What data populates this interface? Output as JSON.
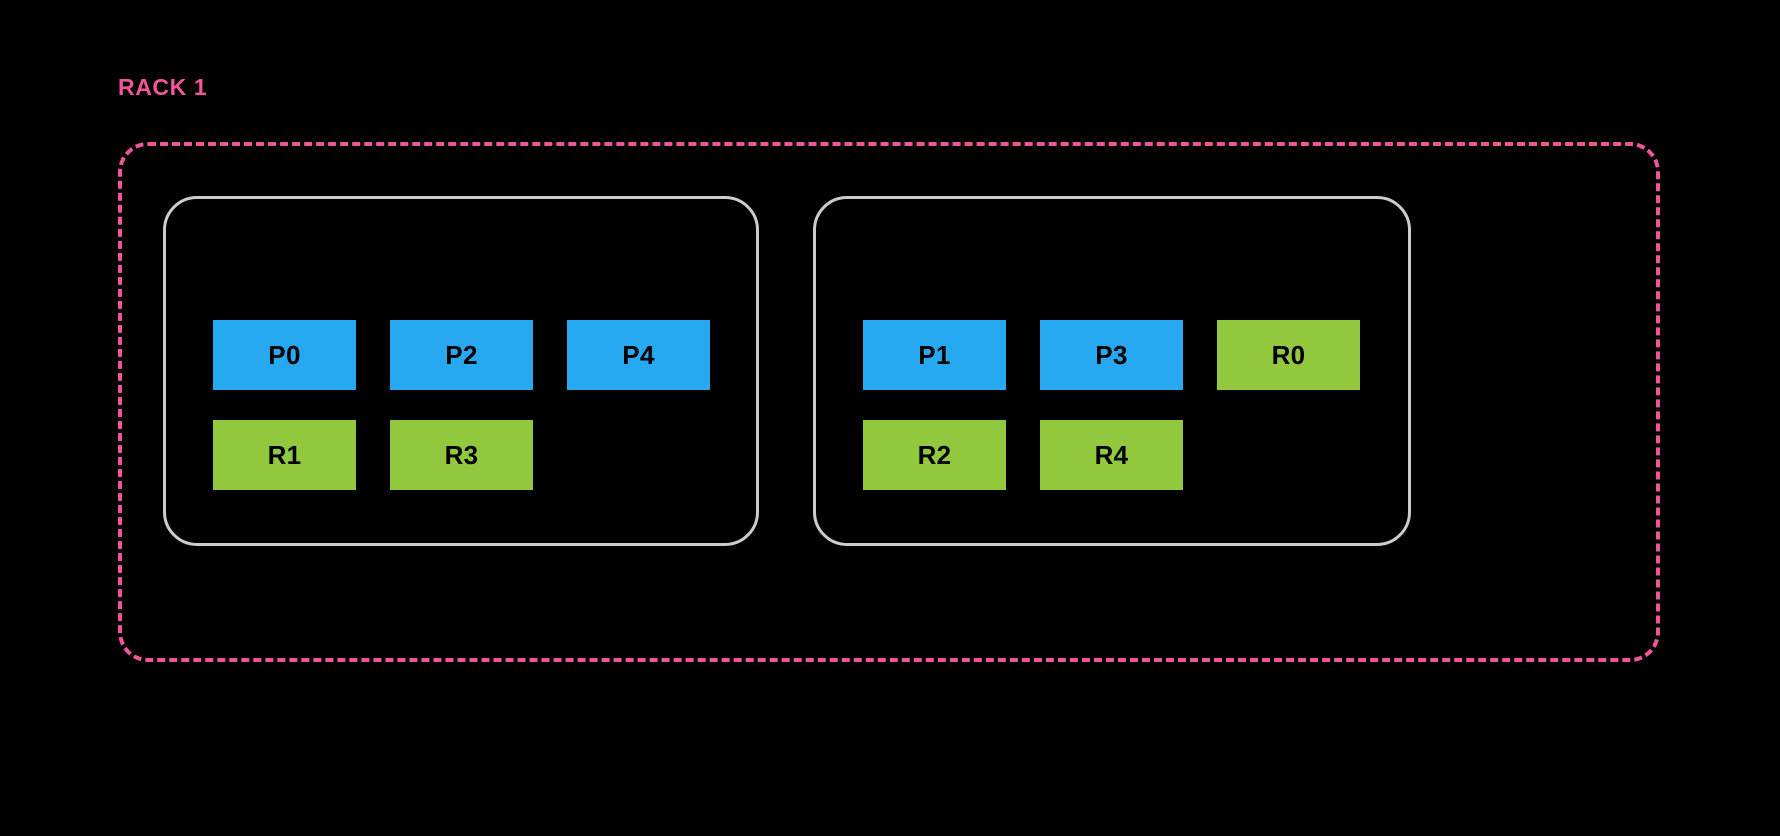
{
  "diagram": {
    "title": "RACK 1",
    "accent_color": "#f0559a",
    "panel_border_color": "#cccccc",
    "background_color": "#000000",
    "primary_color": "#26a9f0",
    "replica_color": "#92c83e"
  },
  "rack": {
    "label": "RACK 1",
    "nodes": [
      {
        "name": "node-left",
        "rows": [
          [
            {
              "label": "P0",
              "kind": "primary"
            },
            {
              "label": "P2",
              "kind": "primary"
            },
            {
              "label": "P4",
              "kind": "primary"
            }
          ],
          [
            {
              "label": "R1",
              "kind": "replica"
            },
            {
              "label": "R3",
              "kind": "replica"
            }
          ]
        ]
      },
      {
        "name": "node-right",
        "rows": [
          [
            {
              "label": "P1",
              "kind": "primary"
            },
            {
              "label": "P3",
              "kind": "primary"
            },
            {
              "label": "R0",
              "kind": "replica"
            }
          ],
          [
            {
              "label": "R2",
              "kind": "replica"
            },
            {
              "label": "R4",
              "kind": "replica"
            }
          ]
        ]
      }
    ]
  }
}
